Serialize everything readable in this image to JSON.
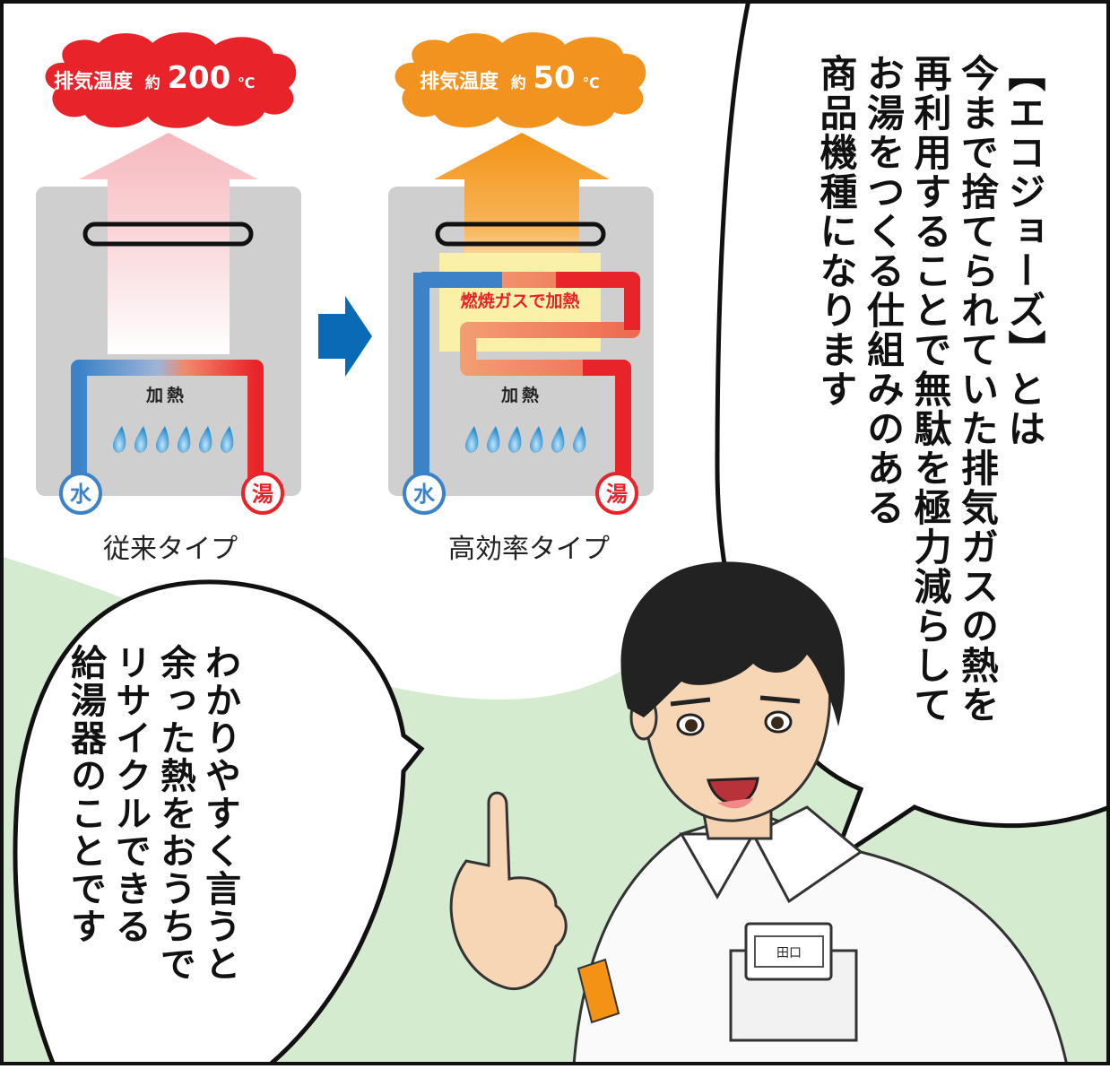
{
  "comparison": {
    "conventional": {
      "exhaust_prefix": "排気温度",
      "approx": "約",
      "temp_value": "200",
      "unit": "℃",
      "heating_label": "加熱",
      "water_label": "水",
      "hot_label": "湯",
      "caption": "従来タイプ",
      "cloud_color": "#e8242a"
    },
    "high_efficiency": {
      "exhaust_prefix": "排気温度",
      "approx": "約",
      "temp_value": "50",
      "unit": "℃",
      "heating_label": "加熱",
      "combustion_label": "燃焼ガスで加熱",
      "water_label": "水",
      "hot_label": "湯",
      "caption": "高効率タイプ",
      "cloud_color": "#f3931f"
    }
  },
  "speech": {
    "main": "【エコジョーズ】とは\n今まで捨てられていた排気ガスの熱を\n再利用することで無駄を極力減らして\nお湯をつくる仕組みのある\n商品機種になります",
    "secondary": "わかりやすく言うと\n余った熱をおうちで\nリサイクルできる\n給湯器のことです"
  },
  "character": {
    "name_tag": "田口"
  },
  "colors": {
    "background_green": "#d5ebd0",
    "cold_pipe": "#3b82c9",
    "hot_pipe": "#e8242a",
    "arrow_blue": "#0a6ab5",
    "unit_gray": "#cfcfcf"
  }
}
